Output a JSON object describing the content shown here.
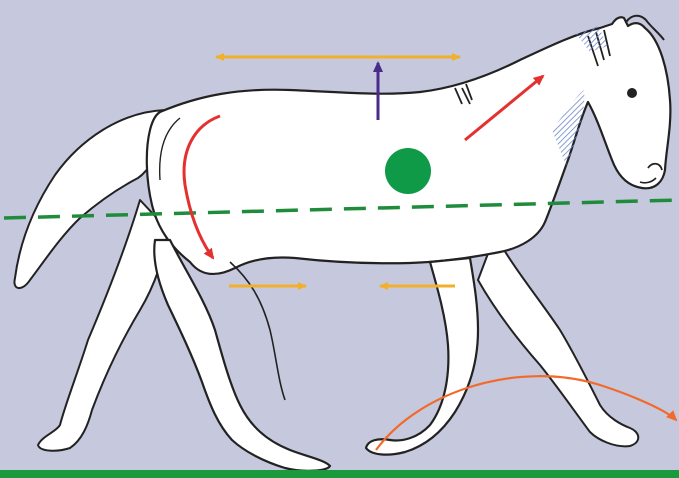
{
  "diagram": {
    "subject": "horse-trotting-biomechanics",
    "colors": {
      "background": "#c6c8de",
      "horse_fill": "#ffffff",
      "outline": "#222222",
      "ground": "#1a9a3c",
      "center_of_mass": "#0f9a48",
      "balance_line": "#1f8c3c",
      "width_arrows": "#f2b02a",
      "lift_arrow": "#4a2a8a",
      "hindquarter_arrow": "#e53030",
      "forehand_arrow": "#e53030",
      "stride_arc": "#f26a2a",
      "hatching": "#6f86c8"
    },
    "elements": [
      "top-width-double-arrow",
      "lift-arrow",
      "center-of-mass-dot",
      "balance-dashed-line",
      "hindquarter-curved-arrow",
      "forehand-diagonal-arrow",
      "hind-push-arrow",
      "fore-pull-arrow",
      "stride-arc-arrow",
      "ground-line"
    ]
  }
}
